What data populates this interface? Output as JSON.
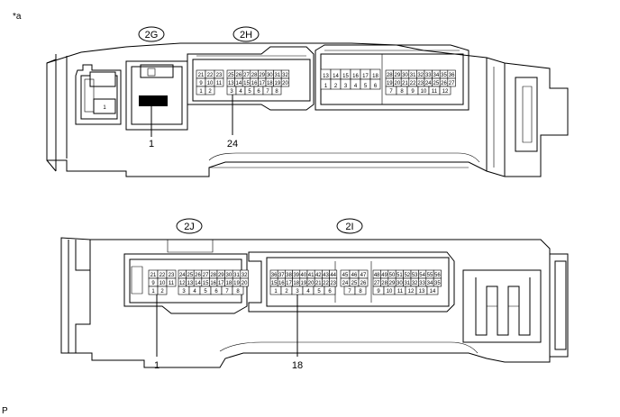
{
  "figure_mark": "*a",
  "corner_mark": "P",
  "connectors": {
    "c2g": "2G",
    "c2h": "2H",
    "c2j": "2J",
    "c2i": "2I"
  },
  "callouts": {
    "c2g_pin": "1",
    "c2h_pin": "24",
    "c2j_pin": "1",
    "c2i_pin": "18"
  },
  "small_tab_label": "1",
  "pin_rows": {
    "h_left": [
      [
        "21",
        "22",
        "23"
      ],
      [
        "9",
        "10",
        "11"
      ],
      [
        "1",
        "2"
      ]
    ],
    "h_mid": [
      [
        "25",
        "26",
        "27",
        "28",
        "29",
        "30",
        "31",
        "32"
      ],
      [
        "13",
        "14",
        "15",
        "16",
        "17",
        "18",
        "19",
        "20"
      ],
      [
        "3",
        "4",
        "5",
        "6",
        "7",
        "8"
      ]
    ],
    "h_r1": [
      [
        "13",
        "14",
        "15",
        "16",
        "17",
        "18"
      ],
      [
        "1",
        "2",
        "3",
        "4",
        "5",
        "6"
      ]
    ],
    "h_r2": [
      [
        "28",
        "29",
        "30",
        "31",
        "32",
        "33",
        "34",
        "35",
        "36"
      ],
      [
        "19",
        "20",
        "21",
        "22",
        "23",
        "24",
        "25",
        "26",
        "27"
      ],
      [
        "7",
        "8",
        "9",
        "10",
        "11",
        "12"
      ]
    ],
    "j_left": [
      [
        "21",
        "22",
        "23"
      ],
      [
        "9",
        "10",
        "11"
      ],
      [
        "1",
        "2"
      ]
    ],
    "j_mid": [
      [
        "24",
        "25",
        "26",
        "27",
        "28",
        "29",
        "30",
        "31",
        "32"
      ],
      [
        "12",
        "13",
        "14",
        "15",
        "16",
        "17",
        "18",
        "19",
        "20"
      ],
      [
        "3",
        "4",
        "5",
        "6",
        "7",
        "8"
      ]
    ],
    "i_left": [
      [
        "36",
        "37",
        "38",
        "39",
        "40",
        "41",
        "42",
        "43",
        "44"
      ],
      [
        "15",
        "16",
        "17",
        "18",
        "19",
        "20",
        "21",
        "22",
        "23"
      ],
      [
        "1",
        "2",
        "3",
        "4",
        "5",
        "6"
      ]
    ],
    "i_mid": [
      [
        "45",
        "46",
        "47"
      ],
      [
        "24",
        "25",
        "26"
      ],
      [
        "7",
        "8"
      ]
    ],
    "i_right": [
      [
        "48",
        "49",
        "50",
        "51",
        "52",
        "53",
        "54",
        "55",
        "56"
      ],
      [
        "27",
        "28",
        "29",
        "30",
        "31",
        "32",
        "33",
        "34",
        "35"
      ],
      [
        "9",
        "10",
        "11",
        "12",
        "13",
        "14"
      ]
    ]
  }
}
